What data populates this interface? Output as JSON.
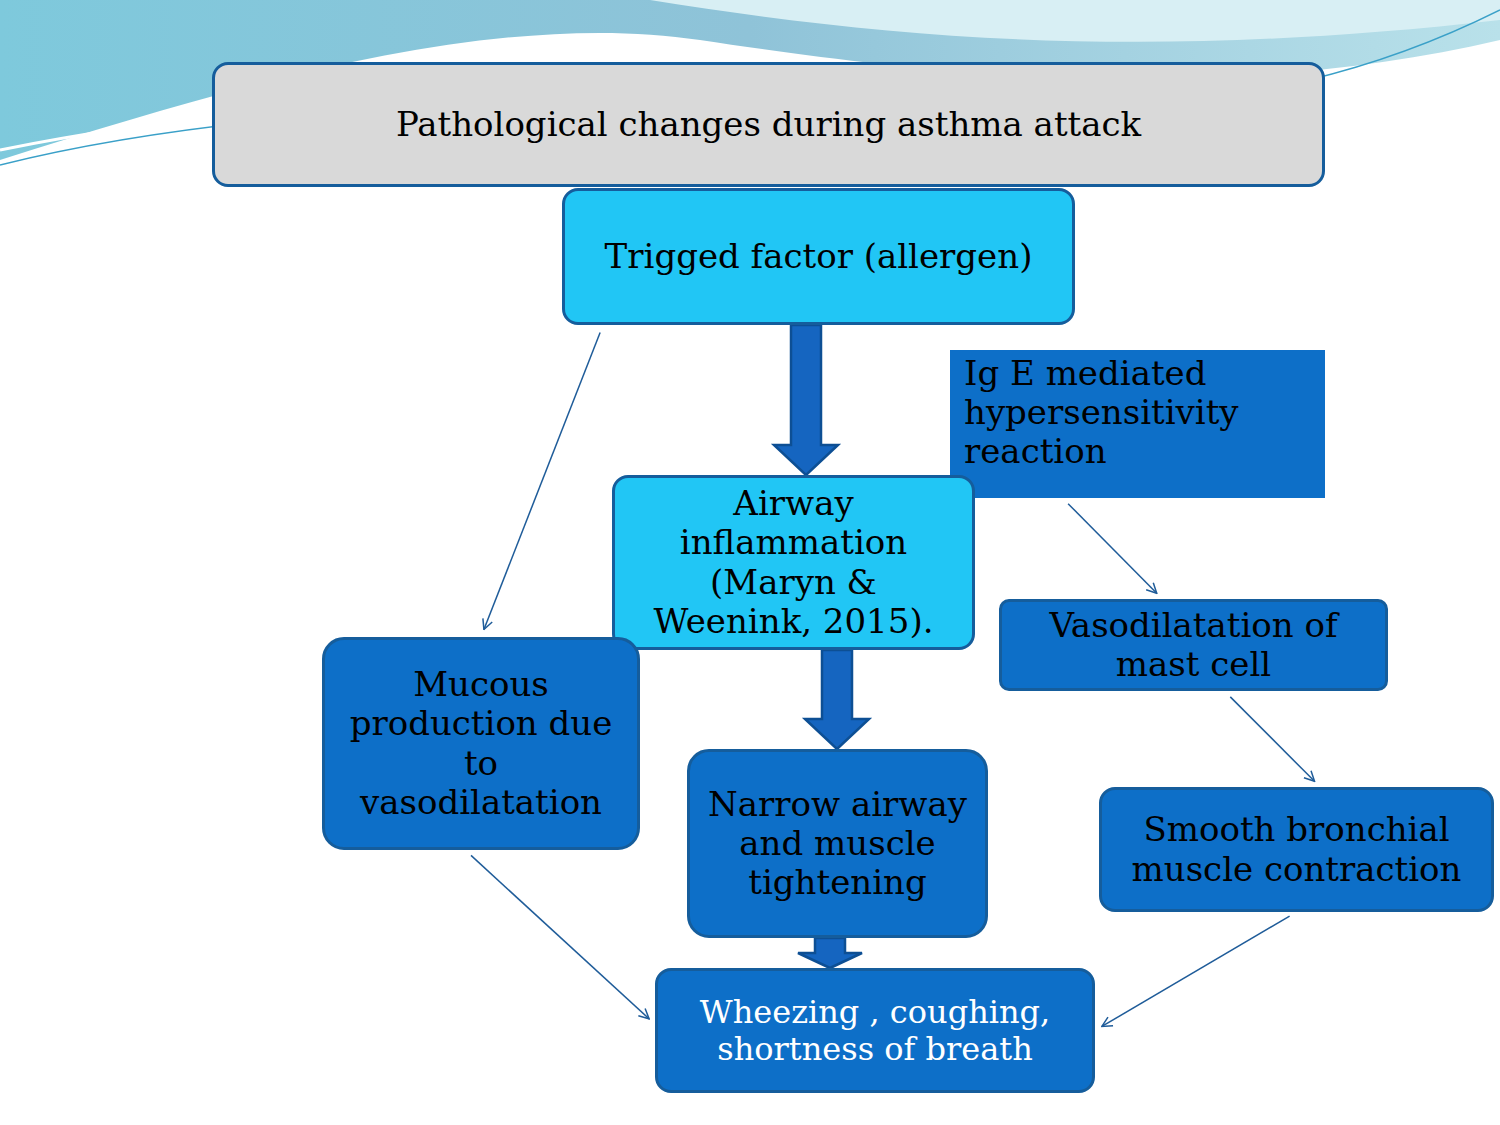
{
  "diagram": {
    "nodes": [
      {
        "text": [
          "Pathological changes during asthma attack"
        ]
      },
      {
        "text": [
          "Trigged factor (allergen)"
        ]
      },
      {
        "text": [
          "Ig E mediated hypersensitivity reaction"
        ]
      },
      {
        "text": [
          "Airway inflammation (Maryn & Weenink, 2015)."
        ]
      },
      {
        "text": [
          "Vasodilatation of mast cell"
        ]
      },
      {
        "text": [
          "Mucous production due to vasodilatation"
        ]
      },
      {
        "text": [
          "Narrow airway and muscle tightening"
        ]
      },
      {
        "text": [
          "Smooth bronchial muscle contraction"
        ]
      },
      {
        "text": [
          "Wheezing , coughing, shortness of breath"
        ]
      }
    ],
    "edges": [
      {
        "from": 1,
        "to": 3,
        "arrow": "to"
      },
      {
        "from": 3,
        "to": 6,
        "arrow": "to"
      },
      {
        "from": 6,
        "to": 8,
        "arrow": "to"
      },
      {
        "from": 1,
        "to": 5,
        "arrow": "to"
      },
      {
        "from": 2,
        "to": 4,
        "arrow": "to"
      },
      {
        "from": 4,
        "to": 7,
        "arrow": "to"
      },
      {
        "from": 7,
        "to": 8,
        "arrow": "to"
      },
      {
        "from": 5,
        "to": 8,
        "arrow": "to"
      }
    ]
  }
}
